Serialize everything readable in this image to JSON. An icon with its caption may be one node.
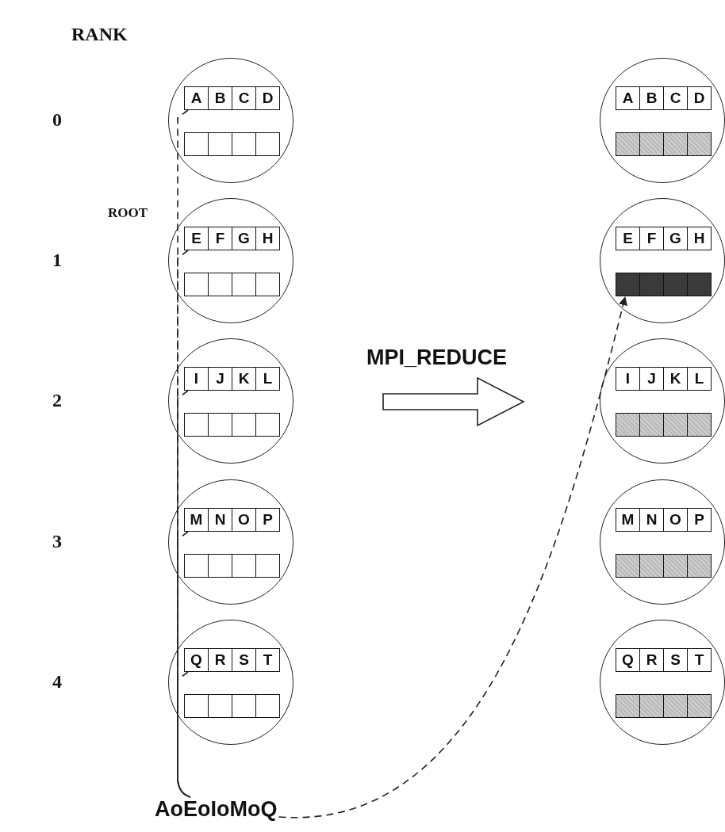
{
  "diagram": {
    "nodes": [
      {
        "text": [],
        "shape": "circle"
      },
      {
        "text": [
          "A"
        ],
        "in": 0
      },
      {
        "text": [
          "B"
        ],
        "in": 0
      },
      {
        "text": [
          "C"
        ],
        "in": 0
      },
      {
        "text": [
          "D"
        ],
        "in": 0
      },
      {
        "text": [],
        "shape": "box",
        "in": 0
      },
      {
        "text": [],
        "shape": "box",
        "in": 0
      },
      {
        "text": [],
        "shape": "box",
        "in": 0
      },
      {
        "text": [],
        "shape": "box",
        "in": 0
      },
      {
        "text": [],
        "shape": "circle"
      },
      {
        "text": [
          "A"
        ],
        "in": 9
      },
      {
        "text": [
          "B"
        ],
        "in": 9
      },
      {
        "text": [
          "C"
        ],
        "in": 9
      },
      {
        "text": [
          "D"
        ],
        "in": 9
      },
      {
        "text": [],
        "shape": "box",
        "in": 9
      },
      {
        "text": [],
        "shape": "box",
        "in": 9
      },
      {
        "text": [],
        "shape": "box",
        "in": 9
      },
      {
        "text": [],
        "shape": "box",
        "in": 9
      },
      {
        "text": [],
        "shape": "circle"
      },
      {
        "text": [
          "E"
        ],
        "in": 18
      },
      {
        "text": [
          "F"
        ],
        "in": 18
      },
      {
        "text": [
          "G"
        ],
        "in": 18
      },
      {
        "text": [
          "H"
        ],
        "in": 18
      },
      {
        "text": [],
        "shape": "box",
        "in": 18
      },
      {
        "text": [],
        "shape": "box",
        "in": 18
      },
      {
        "text": [],
        "shape": "box",
        "in": 18
      },
      {
        "text": [],
        "shape": "box",
        "in": 18
      },
      {
        "text": [],
        "shape": "circle"
      },
      {
        "text": [
          "E"
        ],
        "in": 27
      },
      {
        "text": [
          "F"
        ],
        "in": 27
      },
      {
        "text": [
          "G"
        ],
        "in": 27
      },
      {
        "text": [
          "H"
        ],
        "in": 27
      },
      {
        "text": [],
        "shape": "box",
        "in": 27
      },
      {
        "text": [],
        "shape": "box",
        "in": 27
      },
      {
        "text": [],
        "shape": "box",
        "in": 27
      },
      {
        "text": [],
        "shape": "box",
        "in": 27
      },
      {
        "text": [],
        "shape": "circle"
      },
      {
        "text": [
          "I"
        ],
        "in": 36
      },
      {
        "text": [
          "J"
        ],
        "in": 36
      },
      {
        "text": [
          "K"
        ],
        "in": 36
      },
      {
        "text": [
          "L"
        ],
        "in": 36
      },
      {
        "text": [],
        "shape": "box",
        "in": 36
      },
      {
        "text": [],
        "shape": "box",
        "in": 36
      },
      {
        "text": [],
        "shape": "box",
        "in": 36
      },
      {
        "text": [],
        "shape": "box",
        "in": 36
      },
      {
        "text": [],
        "shape": "circle"
      },
      {
        "text": [
          "I"
        ],
        "in": 45
      },
      {
        "text": [
          "J"
        ],
        "in": 45
      },
      {
        "text": [
          "K"
        ],
        "in": 45
      },
      {
        "text": [
          "L"
        ],
        "in": 45
      },
      {
        "text": [],
        "shape": "box",
        "in": 45
      },
      {
        "text": [],
        "shape": "box",
        "in": 45
      },
      {
        "text": [],
        "shape": "box",
        "in": 45
      },
      {
        "text": [],
        "shape": "box",
        "in": 45
      },
      {
        "text": [],
        "shape": "circle"
      },
      {
        "text": [
          "M"
        ],
        "in": 54
      },
      {
        "text": [
          "N"
        ],
        "in": 54
      },
      {
        "text": [
          "O"
        ],
        "in": 54
      },
      {
        "text": [
          "P"
        ],
        "in": 54
      },
      {
        "text": [],
        "shape": "box",
        "in": 54
      },
      {
        "text": [],
        "shape": "box",
        "in": 54
      },
      {
        "text": [],
        "shape": "box",
        "in": 54
      },
      {
        "text": [],
        "shape": "box",
        "in": 54
      },
      {
        "text": [],
        "shape": "circle"
      },
      {
        "text": [
          "M"
        ],
        "in": 63
      },
      {
        "text": [
          "N"
        ],
        "in": 63
      },
      {
        "text": [
          "O"
        ],
        "in": 63
      },
      {
        "text": [
          "P"
        ],
        "in": 63
      },
      {
        "text": [],
        "shape": "box",
        "in": 63
      },
      {
        "text": [],
        "shape": "box",
        "in": 63
      },
      {
        "text": [],
        "shape": "box",
        "in": 63
      },
      {
        "text": [],
        "shape": "box",
        "in": 63
      },
      {
        "text": [],
        "shape": "circle"
      },
      {
        "text": [
          "Q"
        ],
        "in": 72
      },
      {
        "text": [
          "R"
        ],
        "in": 72
      },
      {
        "text": [
          "S"
        ],
        "in": 72
      },
      {
        "text": [
          "T"
        ],
        "in": 72
      },
      {
        "text": [],
        "shape": "box",
        "in": 72
      },
      {
        "text": [],
        "shape": "box",
        "in": 72
      },
      {
        "text": [],
        "shape": "box",
        "in": 72
      },
      {
        "text": [],
        "shape": "box",
        "in": 72
      },
      {
        "text": [],
        "shape": "circle"
      },
      {
        "text": [
          "Q"
        ],
        "in": 81
      },
      {
        "text": [
          "R"
        ],
        "in": 81
      },
      {
        "text": [
          "S"
        ],
        "in": 81
      },
      {
        "text": [
          "T"
        ],
        "in": 81
      },
      {
        "text": [],
        "shape": "box",
        "in": 81
      },
      {
        "text": [],
        "shape": "box",
        "in": 81
      },
      {
        "text": [],
        "shape": "box",
        "in": 81
      },
      {
        "text": [],
        "shape": "box",
        "in": 81
      },
      {
        "text": [
          "AoEoIoMoQ"
        ]
      }
    ],
    "edges": [
      {
        "from": 1,
        "to": 90,
        "arrow": "none",
        "style": "dashed"
      },
      {
        "from": 19,
        "to": 90,
        "arrow": "none",
        "style": "dashed"
      },
      {
        "from": 37,
        "to": 90,
        "arrow": "none",
        "style": "dashed"
      },
      {
        "from": 55,
        "to": 90,
        "arrow": "none",
        "style": "dashed"
      },
      {
        "from": 73,
        "to": 90,
        "arrow": "none",
        "style": "dashed"
      },
      {
        "from": 90,
        "to": 32,
        "arrow": "to",
        "style": "dashed"
      }
    ],
    "labels": [
      "RANK",
      "0",
      "1",
      "2",
      "3",
      "4",
      "ROOT",
      "MPI_REDUCE"
    ]
  }
}
